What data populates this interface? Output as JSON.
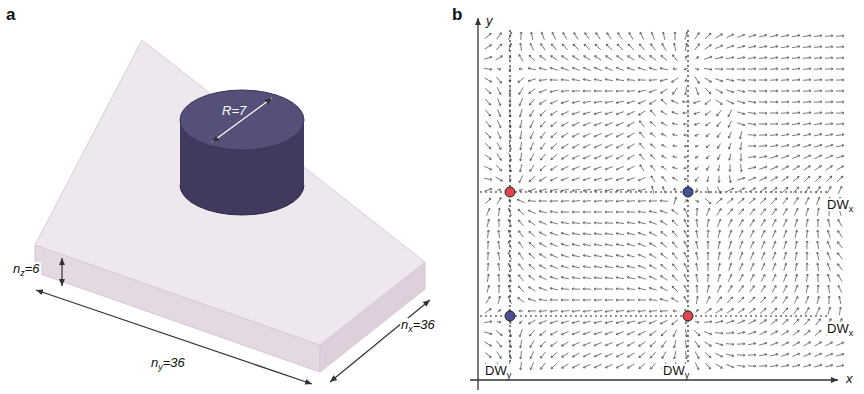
{
  "diagram": {
    "labels": [
      "a",
      "b",
      "R=7",
      "nz=6",
      "nx=36",
      "ny=36",
      "y",
      "DWx",
      "DWx",
      "DWy",
      "DWy",
      "x"
    ]
  }
}
